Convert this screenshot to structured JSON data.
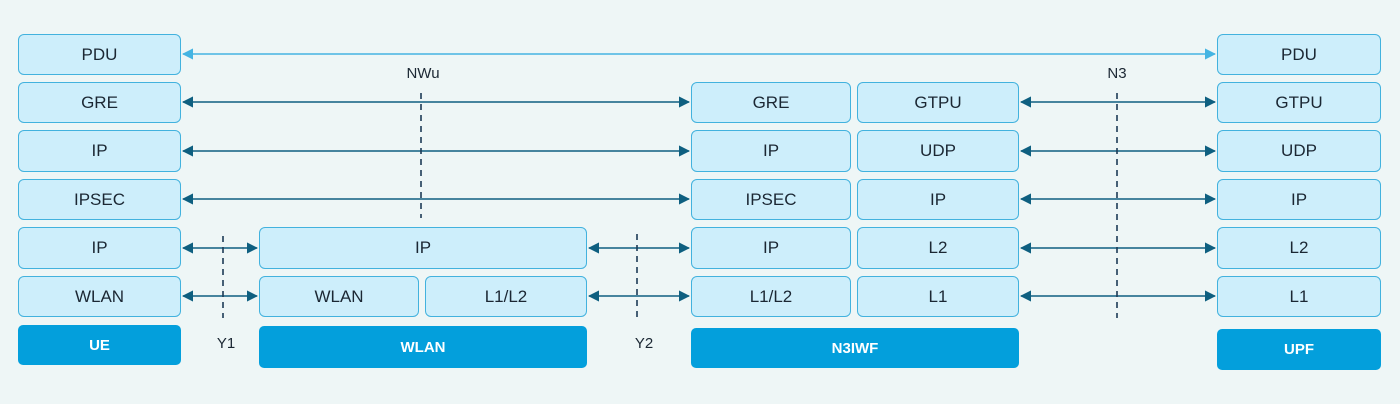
{
  "layers": {
    "ue": [
      "PDU",
      "GRE",
      "IP",
      "IPSEC",
      "IP",
      "WLAN"
    ],
    "wlan": {
      "ip": "IP",
      "wlan": "WLAN",
      "l1l2": "L1/L2"
    },
    "n3iwf_left": [
      "GRE",
      "IP",
      "IPSEC",
      "IP",
      "L1/L2"
    ],
    "n3iwf_right": [
      "GTPU",
      "UDP",
      "IP",
      "L2",
      "L1"
    ],
    "upf": [
      "PDU",
      "GTPU",
      "UDP",
      "IP",
      "L2",
      "L1"
    ]
  },
  "nodes": {
    "ue": "UE",
    "wlan": "WLAN",
    "n3iwf": "N3IWF",
    "upf": "UPF"
  },
  "reference_points": {
    "nwu": "NWu",
    "n3": "N3",
    "y1": "Y1",
    "y2": "Y2"
  },
  "colors": {
    "layer_fill": "#cdeefb",
    "layer_border": "#42b2de",
    "node_fill": "#039fdc",
    "arrow_dark": "#0e5f80",
    "arrow_light": "#45b4e2",
    "dashed": "#1d3b57"
  }
}
